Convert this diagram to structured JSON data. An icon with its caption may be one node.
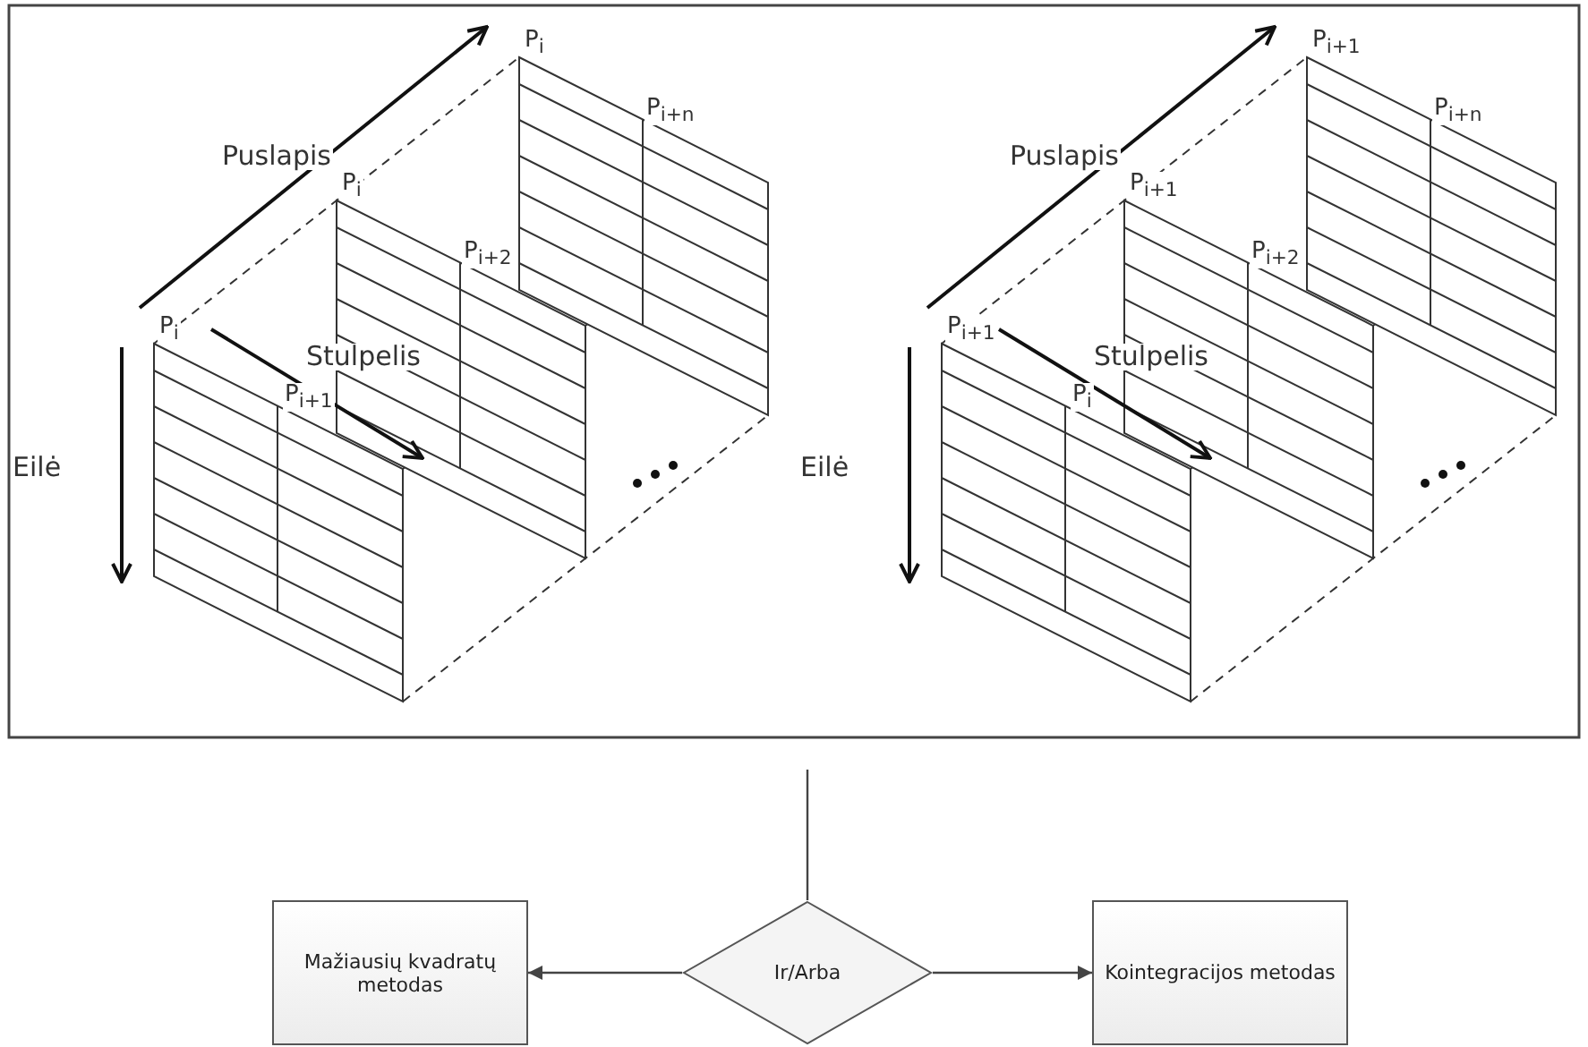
{
  "diagram": {
    "nodes": [
      {
        "text": [
          "Ir/Arba"
        ]
      },
      {
        "text": [
          "Mažiausių kvadratų metodas"
        ]
      },
      {
        "text": [
          "Kointegracijos metodas"
        ]
      }
    ],
    "edges": [
      {
        "from": null,
        "to": 0,
        "arrow": "none"
      },
      {
        "from": 0,
        "to": 1,
        "arrow": "to"
      },
      {
        "from": 0,
        "to": 2,
        "arrow": "to"
      }
    ],
    "labels": [
      "P$_{i}$",
      "Puslapis",
      "P$_{i+n}$",
      "P$_{i}$",
      "P$_{i+2}$",
      "P$_{i}$",
      "Stulpelis",
      "P$_{i+1}$",
      "Eilė",
      "P$_{i+1}$",
      "Puslapis",
      "P$_{i+n}$",
      "P$_{i+1}$",
      "P$_{i+2}$",
      "P$_{i+1}$",
      "Stulpelis",
      "P$_{i}$",
      "Eilė"
    ]
  }
}
